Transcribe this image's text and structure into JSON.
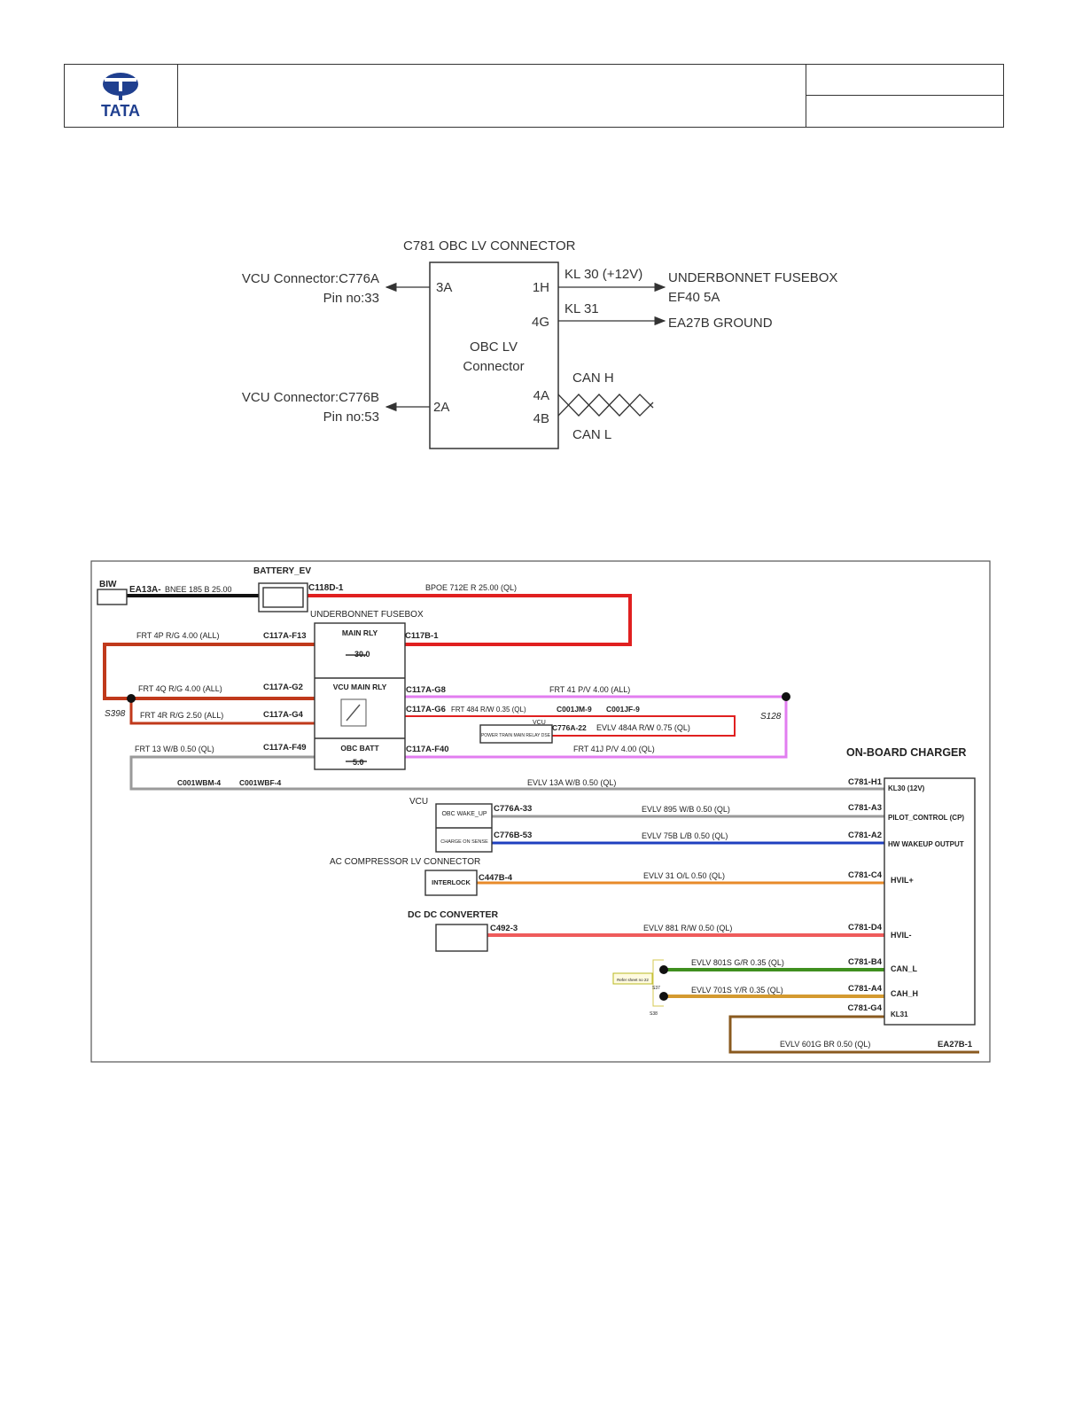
{
  "logo": {
    "text": "TATA"
  },
  "connector": {
    "title": "C781 OBC LV CONNECTOR",
    "box_label_1": "OBC LV",
    "box_label_2": "Connector",
    "left": [
      {
        "line1": "VCU Connector:C776A",
        "line2": "Pin no:33",
        "pin": "3A"
      },
      {
        "line1": "VCU Connector:C776B",
        "line2": "Pin no:53",
        "pin": "2A"
      }
    ],
    "right": [
      {
        "pin": "1H",
        "signal": "KL 30 (+12V)",
        "dest1": "UNDERBONNET FUSEBOX",
        "dest2": "EF40 5A"
      },
      {
        "pin": "4G",
        "signal": "KL 31",
        "dest1": "EA27B GROUND"
      }
    ],
    "can": {
      "pin_h": "4A",
      "pin_l": "4B",
      "label_h": "CAN H",
      "label_l": "CAN L"
    }
  },
  "wiring": {
    "biw": "BIW",
    "battery": "BATTERY_EV",
    "ea13a": "EA13A-",
    "ground_wire": "BNEE  185  B  25.00",
    "c118d1": "C118D-1",
    "bpoe": "BPOE  712E  R  25.00  (QL)",
    "fusebox": "UNDERBONNET FUSEBOX",
    "main_rly": "MAIN RLY",
    "main_rly_val": "30.0",
    "vcu_main_rly": "VCU MAIN RLY",
    "obc_batt": "OBC BATT",
    "obc_batt_val": "5.0",
    "frt4p": "FRT  4P  R/G  4.00  (ALL)",
    "c117af13": "C117A-F13",
    "c117b1": "C117B-1",
    "frt4q": "FRT  4Q  R/G  4.00  (ALL)",
    "c117ag2": "C117A-G2",
    "c117ag8": "C117A-G8",
    "frt41": "FRT  41  P/V  4.00  (ALL)",
    "frt4r": "FRT  4R  R/G  2.50  (ALL)",
    "c117ag4": "C117A-G4",
    "c117ag6": "C117A-G6",
    "frt484": "FRT  484  R/W  0.35  (QL)",
    "c001jm9": "C001JM-9",
    "c001jf9": "C001JF-9",
    "s398": "S398",
    "s128": "S128",
    "vcu_small": "VCU",
    "ptr_relay": "POWER TRAIN MAIN RELAY DSE",
    "c776a22": "C776A-22",
    "evlv484a": "EVLV  484A  R/W  0.75  (QL)",
    "frt13": "FRT  13  W/B  0.50  (QL)",
    "c117af49": "C117A-F49",
    "c117af40": "C117A-F40",
    "frt41j": "FRT  41J  P/V  4.00  (QL)",
    "obc_title": "ON-BOARD CHARGER",
    "c001wbm4": "C001WBM-4",
    "c001wbf4": "C001WBF-4",
    "evlv13a": "EVLV  13A  W/B  0.50  (QL)",
    "c781h1": "C781-H1",
    "kl30": "KL30 (12V)",
    "vcu": "VCU",
    "obc_wake": "OBC WAKE_UP",
    "charge_sense": "CHARGE ON SENSE",
    "c776a33": "C776A-33",
    "evlv895": "EVLV  895  W/B  0.50  (QL)",
    "c781a3": "C781-A3",
    "pilot": "PILOT_CONTROL (CP)",
    "c776b53": "C776B-53",
    "evlv75b": "EVLV  75B  L/B  0.50  (QL)",
    "c781a2": "C781-A2",
    "hw_wakeup": "HW WAKEUP OUTPUT",
    "ac_comp": "AC COMPRESSOR LV CONNECTOR",
    "interlock": "INTERLOCK",
    "c447b4": "C447B-4",
    "evlv31": "EVLV  31  O/L  0.50  (QL)",
    "c781c4": "C781-C4",
    "hvil_p": "HVIL+",
    "dcdc": "DC DC CONVERTER",
    "c4923": "C492-3",
    "evlv881": "EVLV  881  R/W  0.50  (QL)",
    "c781d4": "C781-D4",
    "hvil_n": "HVIL-",
    "refer": "Refer sheet no 22",
    "s37": "S37",
    "s38": "S38",
    "evlv801s": "EVLV  801S  G/R  0.35  (QL)",
    "c781b4": "C781-B4",
    "can_l": "CAN_L",
    "evlv701s": "EVLV  701S  Y/R  0.35  (QL)",
    "c781a4": "C781-A4",
    "cah_h": "CAH_H",
    "c781g4": "C781-G4",
    "kl31": "KL31",
    "evlv601g": "EVLV  601G  BR  0.50  (QL)",
    "ea27b1": "EA27B-1"
  },
  "colors": {
    "red": "#e02020",
    "brown_red": "#c0391b",
    "magenta": "#e27df0",
    "grey": "#9a9a9a",
    "blue": "#1f3fbf",
    "orange": "#e88a2a",
    "salmon": "#ef5b5b",
    "green": "#3f8f1f",
    "gold": "#d49a30",
    "brown": "#8a5a1f",
    "teal": "#5fc8c8"
  }
}
